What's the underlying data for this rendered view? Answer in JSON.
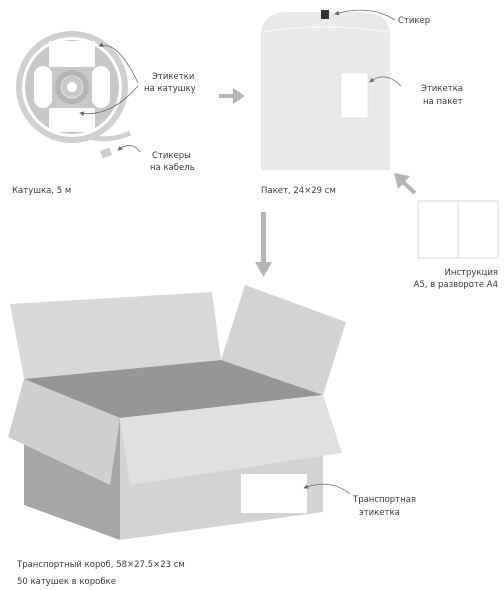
{
  "labels": {
    "reel_caption": "Катушка, 5 м",
    "reel_labels_line1": "Этикетки",
    "reel_labels_line2": "на катушку",
    "cable_stickers_line1": "Стикеры",
    "cable_stickers_line2": "на кабель",
    "sticker": "Стикер",
    "bag_label_line1": "Этикетка",
    "bag_label_line2": "на пакет",
    "bag_caption": "Пакет, 24×29 см",
    "instruction_line1": "Инструкция",
    "instruction_line2": "A5, в развороте A4",
    "transport_label_line1": "Транспортная",
    "transport_label_line2": "этикетка",
    "box_caption": "Транспортный короб, 58×27.5×23 см",
    "box_quantity": "50 катушек в коробке"
  },
  "colors": {
    "outline_gray": "#d5d5d5",
    "bag_fill": "#e9e9e9",
    "box_light": "#dedede",
    "box_mid": "#cfcfcf",
    "box_dark": "#a6a6a6",
    "box_interior": "#969696",
    "arrow_gray": "#b4b4b4",
    "text": "#3a3a3a"
  }
}
